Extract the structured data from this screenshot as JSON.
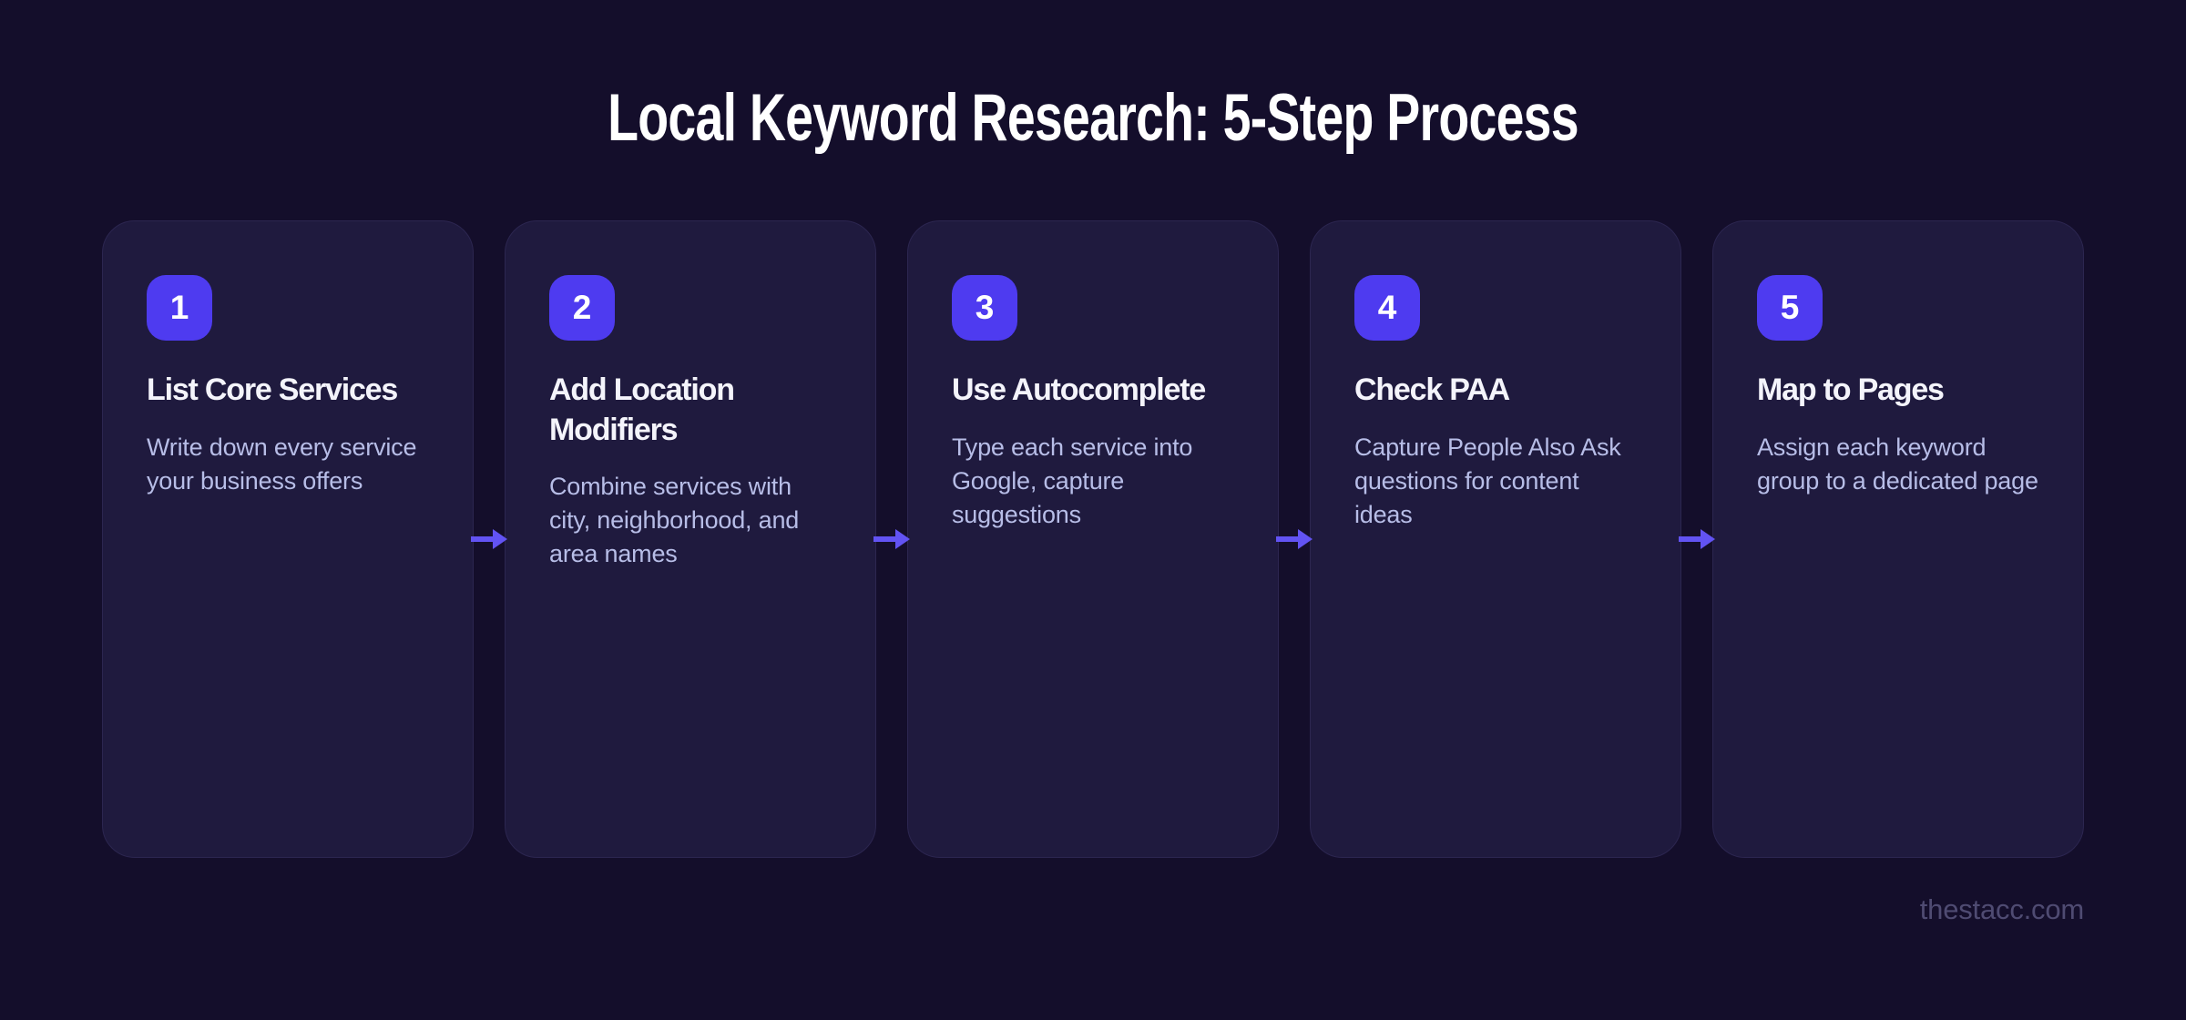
{
  "page": {
    "title": "Local Keyword Research: 5-Step Process",
    "footer": "thestacc.com"
  },
  "colors": {
    "bg": "#140E2B",
    "card-bg": "#1F1A3E",
    "card-border": "#2C2650",
    "badge-bg": "#4E3BF0",
    "arrow": "#6253F3",
    "title-text": "#FFFFFF",
    "card-title-text": "#F4F4FB",
    "description-text": "#B7BDE7",
    "footer-text": "#4F4B72"
  },
  "steps": [
    {
      "number": "1",
      "title": "List Core Services",
      "description": "Write down every service your business offers"
    },
    {
      "number": "2",
      "title": "Add Location Modifiers",
      "description": "Combine services with city, neighborhood, and area names"
    },
    {
      "number": "3",
      "title": "Use Autocomplete",
      "description": "Type each service into Google, capture suggestions"
    },
    {
      "number": "4",
      "title": "Check PAA",
      "description": "Capture People Also Ask questions for content ideas"
    },
    {
      "number": "5",
      "title": "Map to Pages",
      "description": "Assign each keyword group to a dedicated page"
    }
  ]
}
